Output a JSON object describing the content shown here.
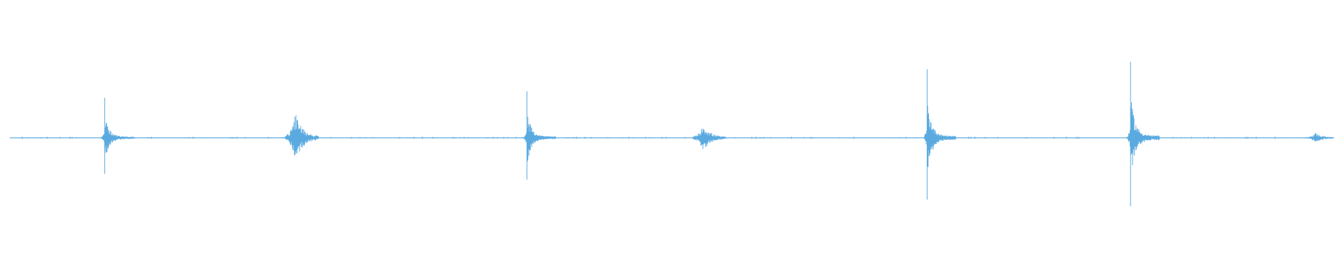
{
  "waveform": {
    "color": "#5aaae0",
    "background": "#ffffff",
    "duration": 1.0,
    "events": [
      {
        "t": 0.0785,
        "amp": 0.49,
        "kind": "click"
      },
      {
        "t": 0.2215,
        "amp": 0.34,
        "kind": "noise"
      },
      {
        "t": 0.395,
        "amp": 0.57,
        "kind": "click"
      },
      {
        "t": 0.527,
        "amp": 0.19,
        "kind": "noise"
      },
      {
        "t": 0.695,
        "amp": 0.84,
        "kind": "click"
      },
      {
        "t": 0.8475,
        "amp": 0.93,
        "kind": "click"
      },
      {
        "t": 0.986,
        "amp": 0.07,
        "kind": "noise"
      }
    ]
  }
}
